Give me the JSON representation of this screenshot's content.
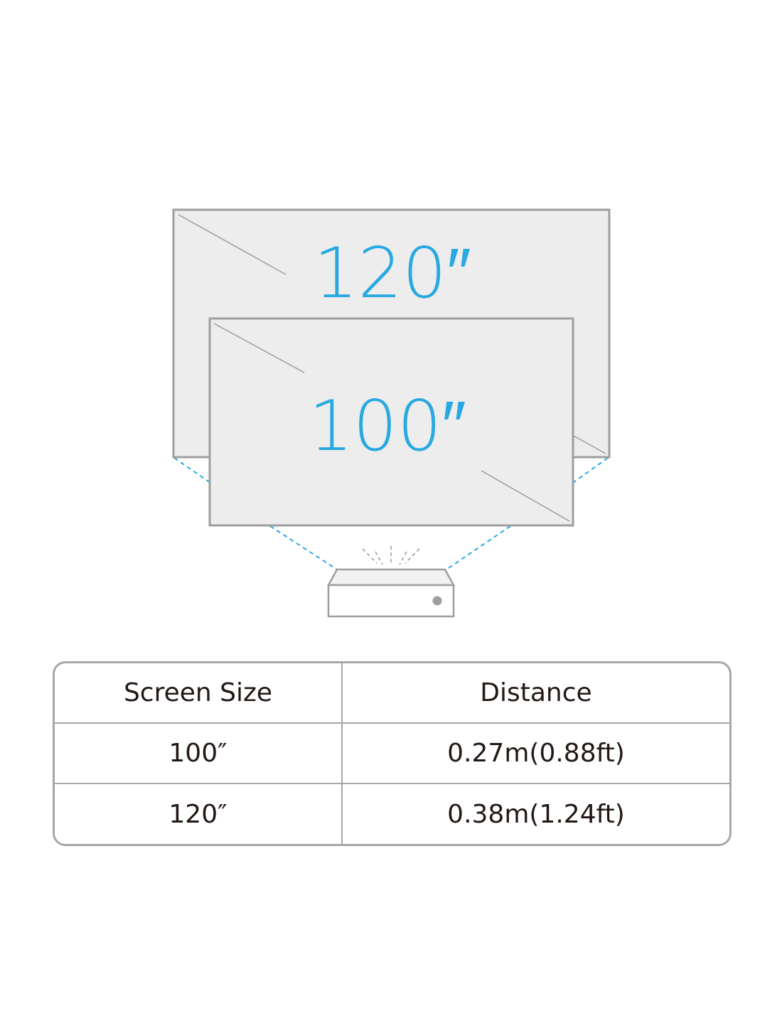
{
  "diagram": {
    "large_screen_label": "120″",
    "small_screen_label": "100″",
    "accent_color": "#29a9e1",
    "frame_color": "#9e9e9e",
    "screen_fill": "#ededed"
  },
  "table": {
    "headers": [
      "Screen Size",
      "Distance"
    ],
    "rows": [
      [
        "100″",
        "0.27m(0.88ft)"
      ],
      [
        "120″",
        "0.38m(1.24ft)"
      ]
    ]
  }
}
